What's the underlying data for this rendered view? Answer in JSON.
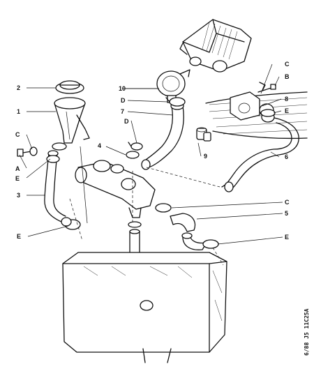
{
  "labels": {
    "l1": "1",
    "l2": "2",
    "l3": "3",
    "l4": "4",
    "l5": "5",
    "l6": "6",
    "l7": "7",
    "l8": "8",
    "l9": "9",
    "l10": "10",
    "a": "A",
    "b": "B",
    "c_top": "C",
    "c_left": "C",
    "c_right": "C",
    "d_upper": "D",
    "d_lower": "D",
    "e_left": "E",
    "e_bottom": "E",
    "e_right_top": "E",
    "e_right_bottom": "E"
  },
  "side_stamp": "6/88 J5 11C25A"
}
